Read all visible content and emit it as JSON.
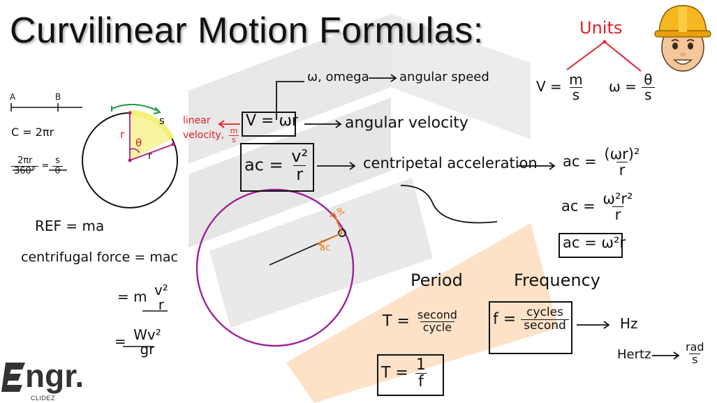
{
  "title": "Curvilinear Motion Formulas:",
  "units_label": "Units",
  "units": {
    "v_lhs": "V =",
    "v_num": "m",
    "v_den": "s",
    "w_lhs": "ω =",
    "w_num": "θ",
    "w_den": "s"
  },
  "left_panel": {
    "point_a": "A",
    "point_b": "B",
    "circumference": "C = 2πr",
    "ratio_num_left": "2πr",
    "ratio_den_left": "360°",
    "ratio_eq": "=",
    "ratio_num_right": "s",
    "ratio_den_right": "θ",
    "arc_s": "s",
    "radius_r1": "r",
    "radius_r2": "r",
    "angle": "θ",
    "ref": "REF = ma",
    "centrifugal": "centrifugal force = mac",
    "mv2_lhs": "= m",
    "mv2_num": "v²",
    "mv2_den": "r",
    "wv2_lhs": "=",
    "wv2_num": "Wv²",
    "wv2_den": "gr"
  },
  "middle": {
    "omega_label": "ω, omega",
    "angular_speed": "angular speed",
    "v_formula": "V = ωr",
    "linear_velocity_1": "linear",
    "linear_velocity_2": "velocity,",
    "linear_velocity_num": "m",
    "linear_velocity_den": "s",
    "angular_velocity": "angular velocity",
    "ac_lhs": "ac =",
    "ac_num": "v²",
    "ac_den": "r",
    "centripetal": "centripetal acceleration",
    "at_label": "at",
    "ac_label": "ac"
  },
  "right": {
    "ac1_lhs": "ac =",
    "ac1_num": "(ωr)²",
    "ac1_den": "r",
    "ac2_lhs": "ac =",
    "ac2_num": "ω²r²",
    "ac2_den": "r",
    "ac3": "ac = ω²r"
  },
  "period": {
    "heading": "Period",
    "t1_lhs": "T =",
    "t1_num": "second",
    "t1_den": "cycle",
    "t2_lhs": "T =",
    "t2_num": "1",
    "t2_den": "f"
  },
  "frequency": {
    "heading": "Frequency",
    "f_lhs": "f =",
    "f_num": "cycles",
    "f_den": "second",
    "hz": "Hz",
    "hertz": "Hertz",
    "rad_num": "rad",
    "rad_den": "s"
  },
  "logo": {
    "word": "ngr.",
    "sub": "CLIDEZ"
  },
  "colors": {
    "accent_red": "#e0202a",
    "circle_purple": "#a0209a",
    "radius_magenta": "#b0207a",
    "arrow_orange": "#f07a1a",
    "arc_highlight": "#f5f07a",
    "arc_green": "#1a9a40"
  }
}
